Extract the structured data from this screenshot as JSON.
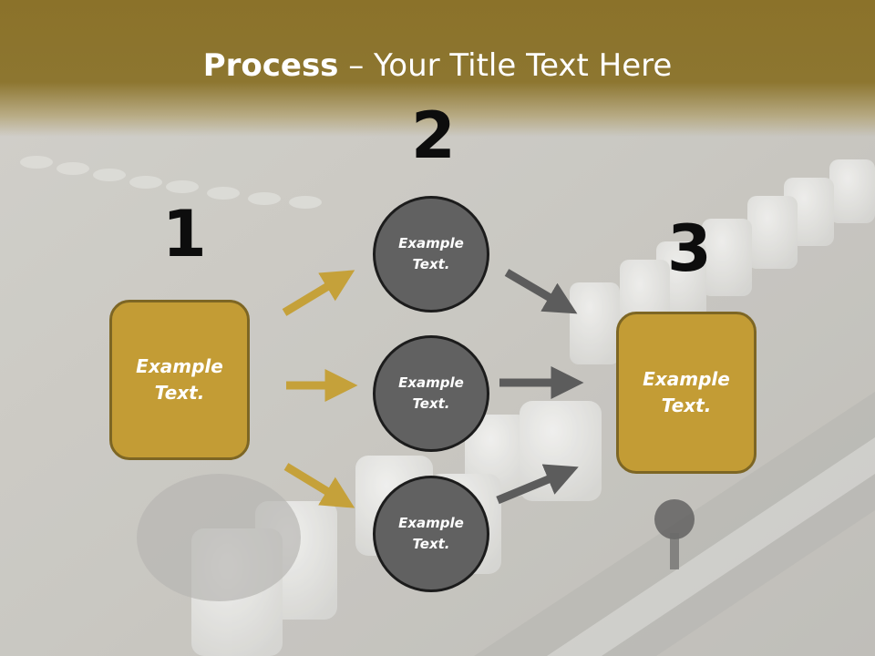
{
  "title": {
    "bold": "Process",
    "rest": " – Your Title Text Here"
  },
  "steps": [
    {
      "number": "1",
      "text_line1": "Example",
      "text_line2": "Text."
    },
    {
      "number": "2"
    },
    {
      "number": "3",
      "text_line1": "Example",
      "text_line2": "Text."
    }
  ],
  "circles": [
    {
      "line1": "Example",
      "line2": "Text."
    },
    {
      "line1": "Example",
      "line2": "Text."
    },
    {
      "line1": "Example",
      "line2": "Text."
    }
  ],
  "colors": {
    "header": "#8b722a",
    "box": "#c39c35",
    "box_border": "#7d6624",
    "circle": "#616161",
    "arrow_gold": "#c5a13a",
    "arrow_gray": "#5c5c5c"
  }
}
